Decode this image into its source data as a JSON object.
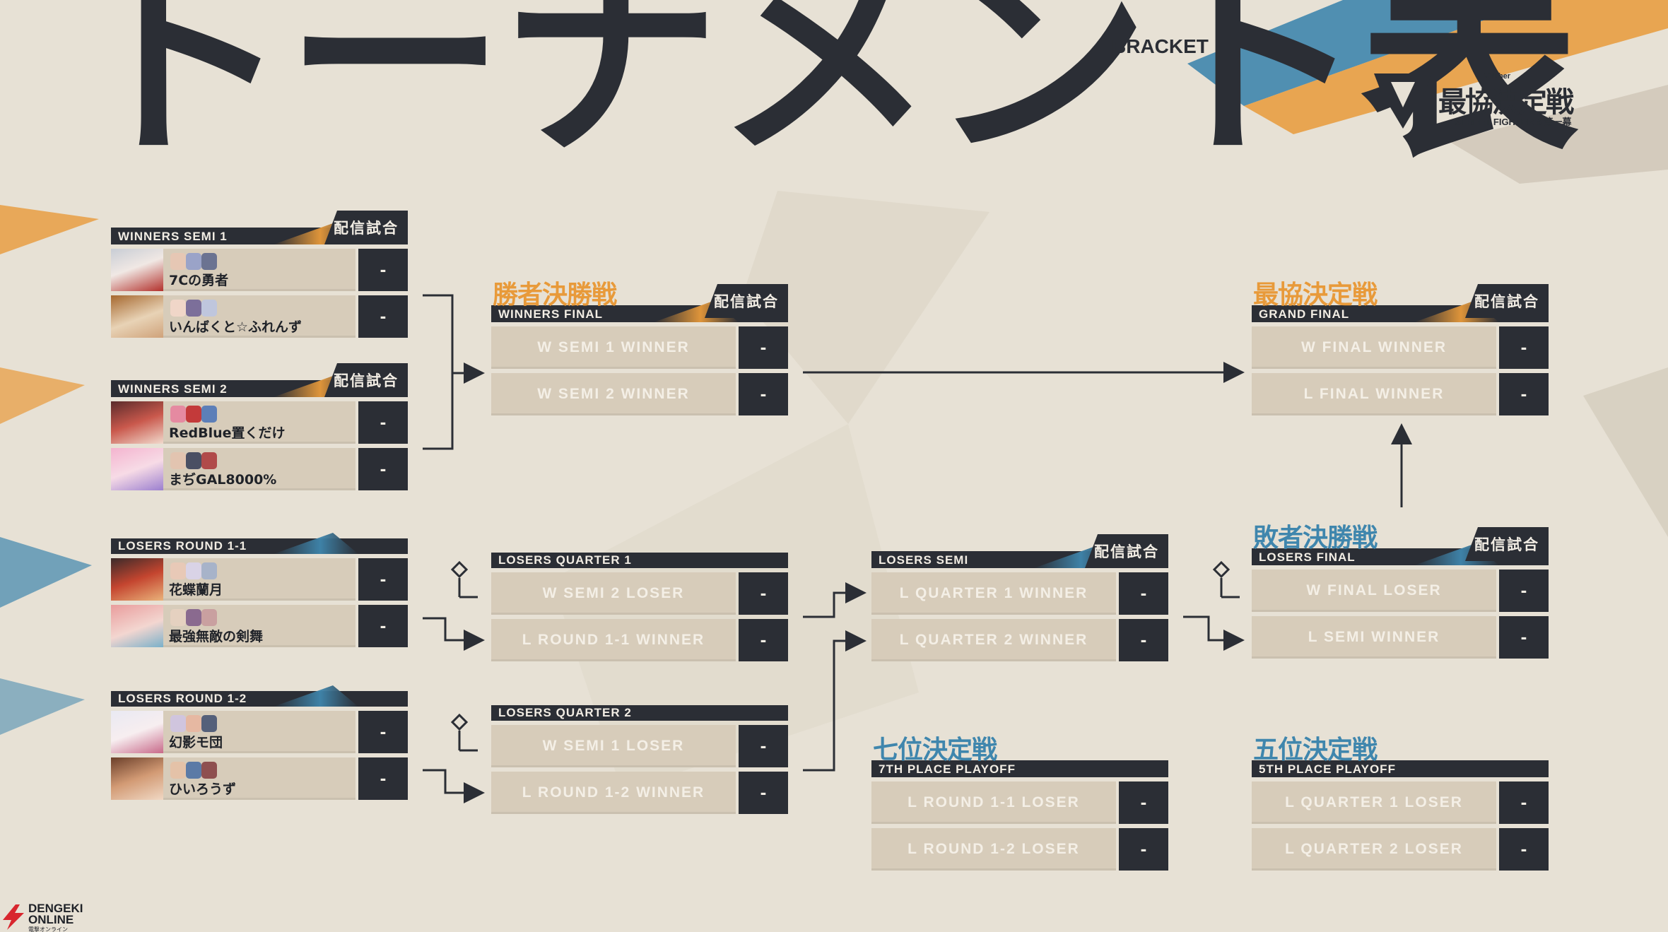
{
  "header": {
    "title": "トーナメント表",
    "subtitle": "BRACKET"
  },
  "logo": {
    "tag": "VTuber",
    "name": "最協決定戦",
    "subline": "STREET FIGHTER 6 第一幕"
  },
  "stream_tag": "配信試合",
  "winners_semi_1": {
    "label": "WINNERS SEMI 1",
    "players": [
      {
        "name": "7Cの勇者",
        "score": "-"
      },
      {
        "name": "いんばくと☆ふれんず",
        "score": "-"
      }
    ]
  },
  "winners_semi_2": {
    "label": "WINNERS SEMI 2",
    "players": [
      {
        "name": "RedBlue置くだけ",
        "score": "-"
      },
      {
        "name": "まぢGAL8000%",
        "score": "-"
      }
    ]
  },
  "losers_round_1_1": {
    "label": "LOSERS ROUND 1-1",
    "players": [
      {
        "name": "花蝶蘭月",
        "score": "-"
      },
      {
        "name": "最強無敵の剣舞",
        "score": "-"
      }
    ]
  },
  "losers_round_1_2": {
    "label": "LOSERS ROUND 1-2",
    "players": [
      {
        "name": "幻影モ団",
        "score": "-"
      },
      {
        "name": "ひいろうず",
        "score": "-"
      }
    ]
  },
  "winners_final": {
    "jp": "勝者決勝戦",
    "label": "WINNERS FINAL",
    "slots": [
      {
        "name": "W SEMI 1 WINNER",
        "score": "-"
      },
      {
        "name": "W SEMI 2 WINNER",
        "score": "-"
      }
    ]
  },
  "losers_quarter_1": {
    "label": "LOSERS QUARTER 1",
    "slots": [
      {
        "name": "W SEMI 2 LOSER",
        "score": "-"
      },
      {
        "name": "L ROUND 1-1 WINNER",
        "score": "-"
      }
    ]
  },
  "losers_quarter_2": {
    "label": "LOSERS QUARTER 2",
    "slots": [
      {
        "name": "W SEMI 1 LOSER",
        "score": "-"
      },
      {
        "name": "L ROUND 1-2 WINNER",
        "score": "-"
      }
    ]
  },
  "losers_semi": {
    "label": "LOSERS SEMI",
    "slots": [
      {
        "name": "L QUARTER 1 WINNER",
        "score": "-"
      },
      {
        "name": "L QUARTER 2 WINNER",
        "score": "-"
      }
    ]
  },
  "seventh_place": {
    "jp": "七位決定戦",
    "label": "7TH PLACE PLAYOFF",
    "slots": [
      {
        "name": "L ROUND 1-1 LOSER",
        "score": "-"
      },
      {
        "name": "L ROUND 1-2 LOSER",
        "score": "-"
      }
    ]
  },
  "grand_final": {
    "jp": "最協決定戦",
    "label": "GRAND FINAL",
    "slots": [
      {
        "name": "W FINAL WINNER",
        "score": "-"
      },
      {
        "name": "L FINAL WINNER",
        "score": "-"
      }
    ]
  },
  "losers_final": {
    "jp": "敗者決勝戦",
    "label": "LOSERS FINAL",
    "slots": [
      {
        "name": "W FINAL LOSER",
        "score": "-"
      },
      {
        "name": "L SEMI WINNER",
        "score": "-"
      }
    ]
  },
  "fifth_place": {
    "jp": "五位決定戦",
    "label": "5TH PLACE PLAYOFF",
    "slots": [
      {
        "name": "L QUARTER 1 LOSER",
        "score": "-"
      },
      {
        "name": "L QUARTER 2 LOSER",
        "score": "-"
      }
    ]
  },
  "footer": {
    "brand_line_1": "DENGEKI",
    "brand_line_2": "ONLINE",
    "brand_sub": "電撃オンライン"
  },
  "colors": {
    "background": "#e7e1d5",
    "dark": "#2b2e35",
    "slot": "#d7ccba",
    "orange": "#e89a3a",
    "blue": "#3f86ad"
  }
}
